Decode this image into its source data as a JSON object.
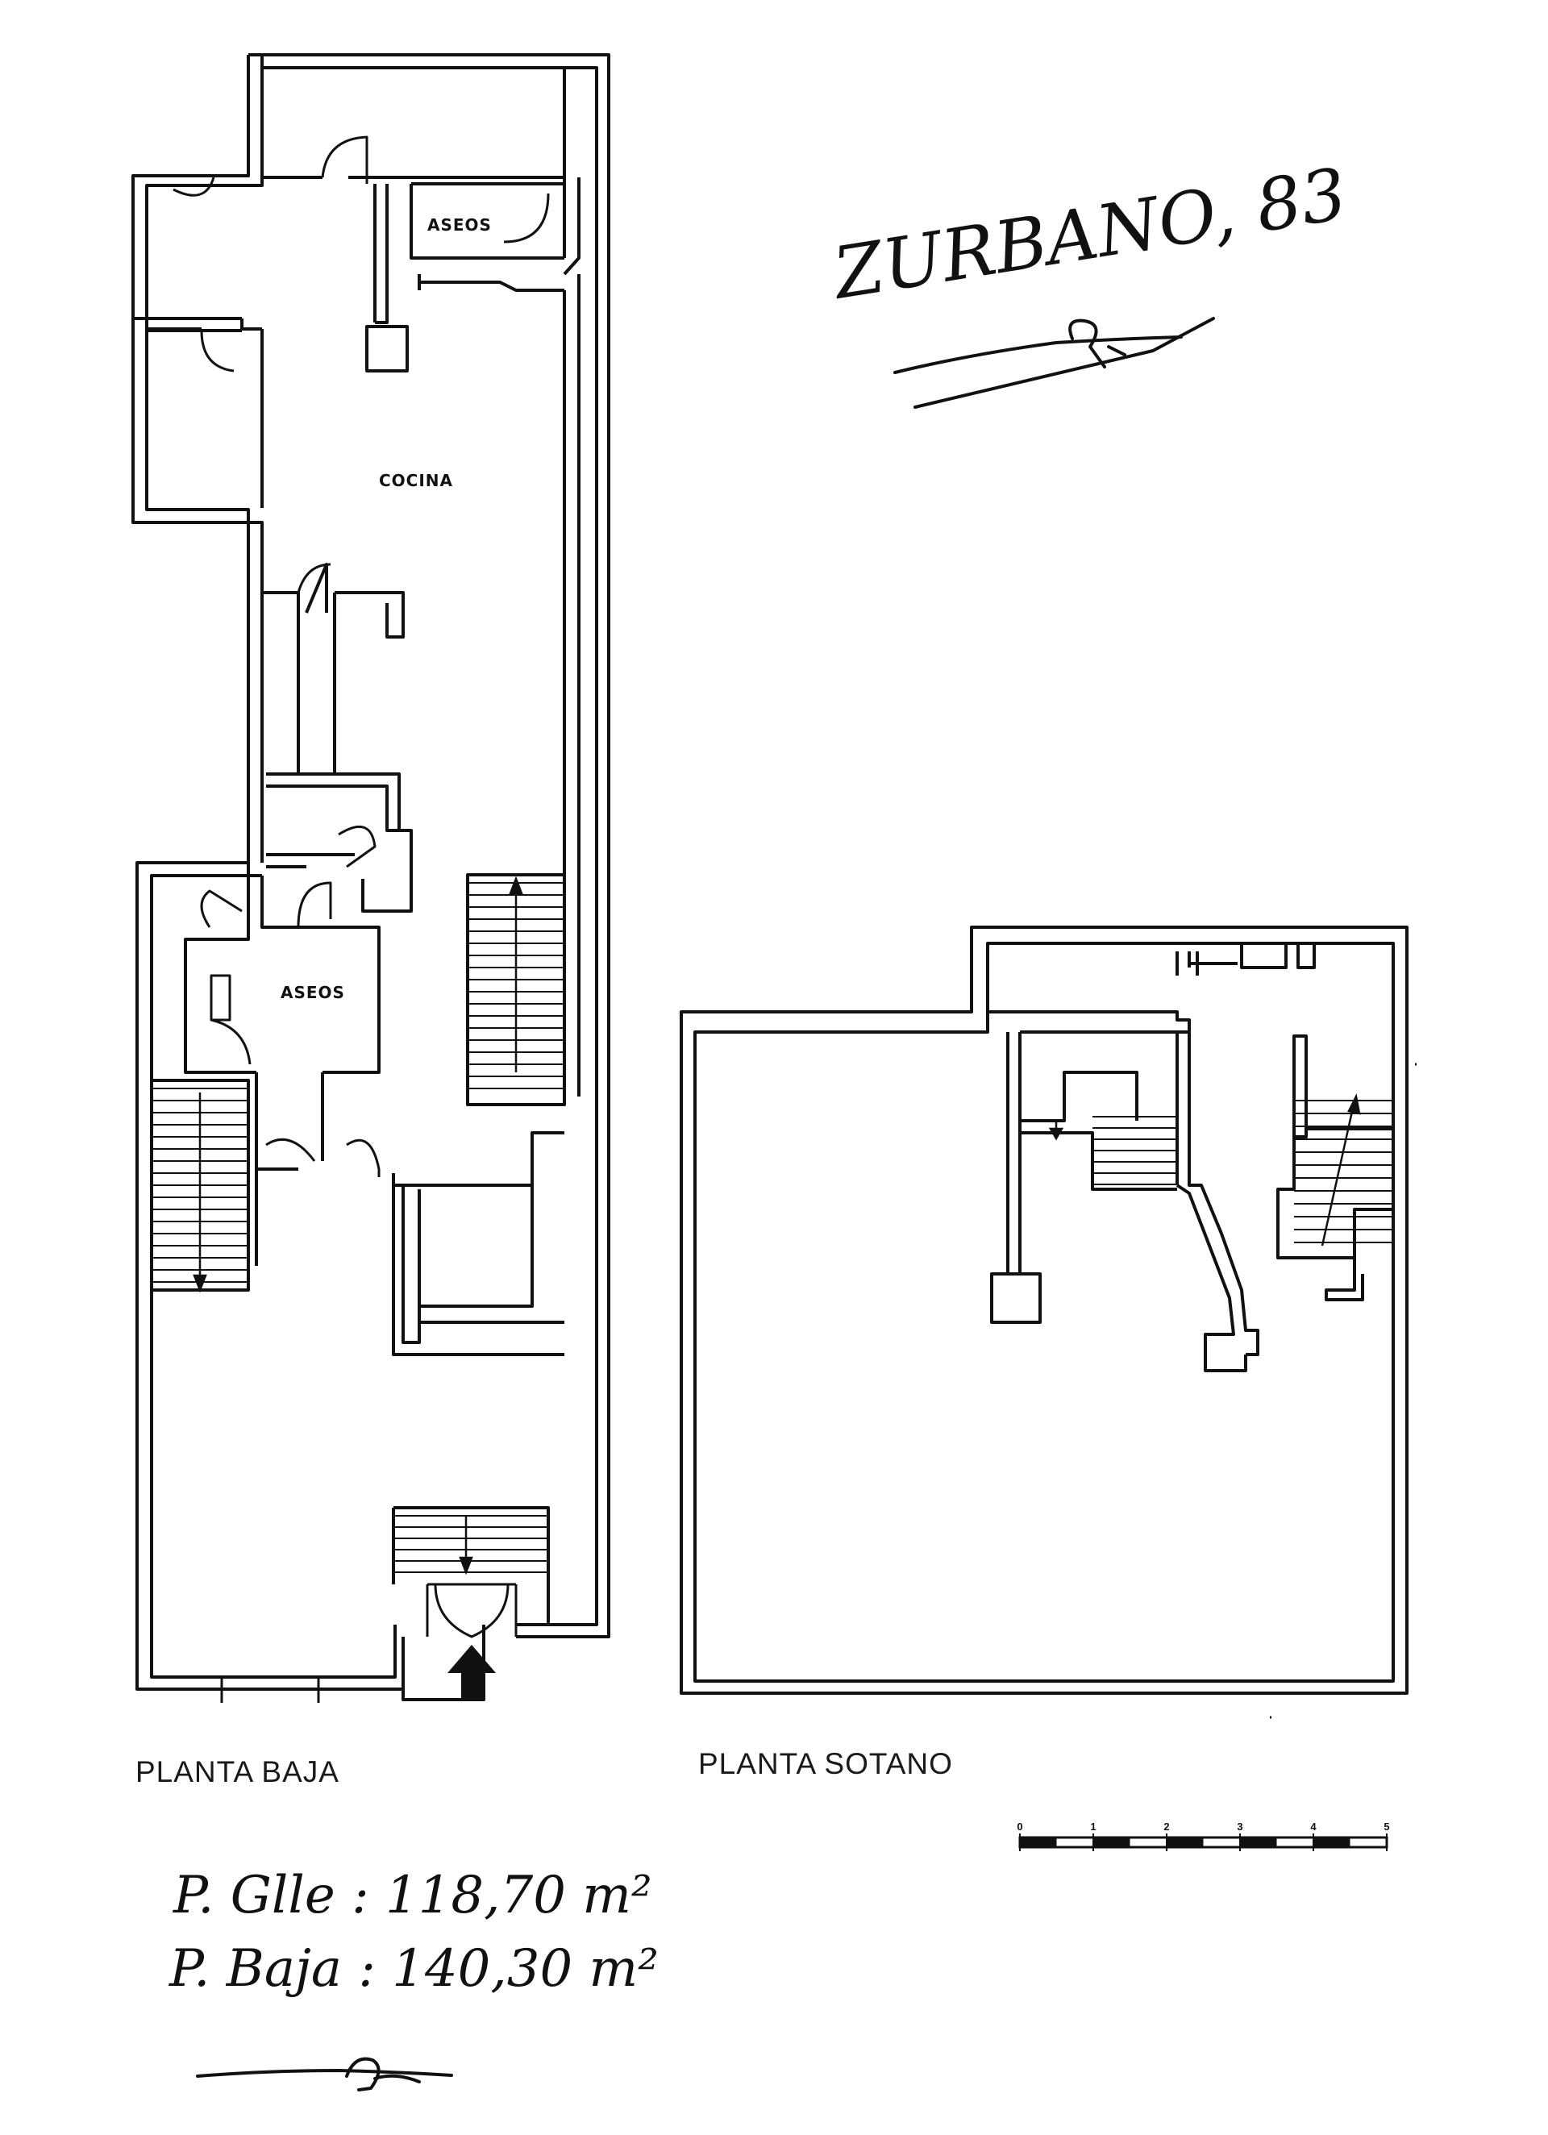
{
  "plans": {
    "ground_floor": {
      "caption": "PLANTA BAJA",
      "rooms": {
        "aseos_upper": "ASEOS",
        "cocina": "COCINA",
        "aseos_lower": "ASEOS"
      }
    },
    "basement": {
      "caption": "PLANTA SOTANO"
    }
  },
  "handwritten": {
    "address": "ZURBANO, 83",
    "area_line_1": "P. Glle : 118,70 m²",
    "area_line_2": "P. Baja : 140,30 m²"
  },
  "scale_bar": {
    "ticks": [
      "0",
      "1",
      "2",
      "3",
      "4",
      "5"
    ]
  },
  "colors": {
    "ink": "#111111",
    "paper": "#ffffff"
  }
}
